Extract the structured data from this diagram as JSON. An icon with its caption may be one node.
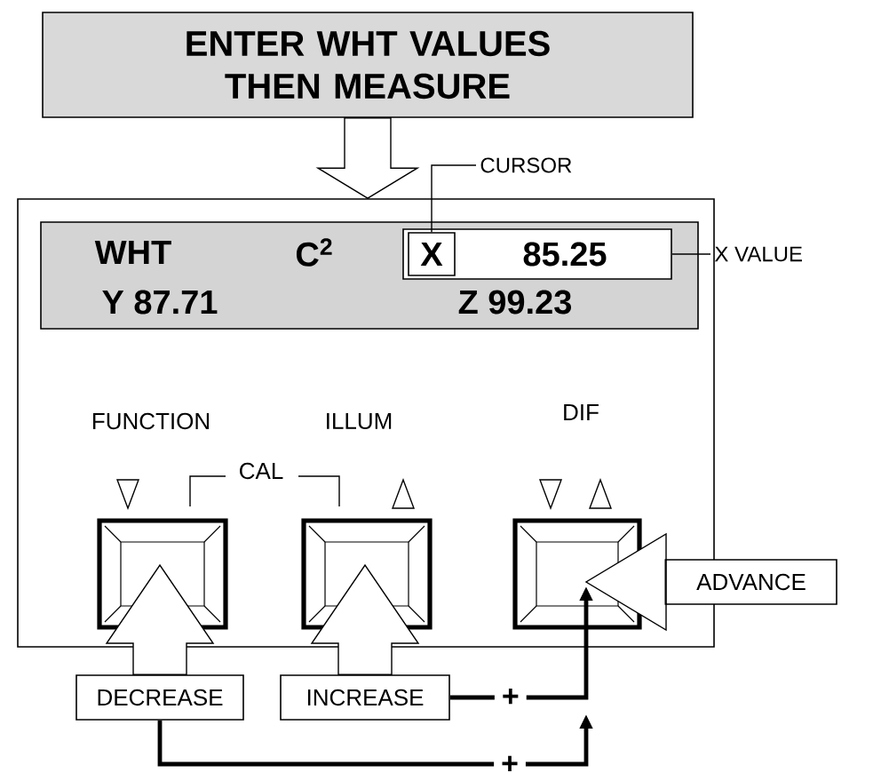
{
  "diagram": {
    "nodes": [
      {
        "text": [
          "ENTER WHT VALUES THEN MEASURE"
        ]
      },
      {
        "text": [],
        "shape": "box"
      },
      {
        "text": [
          "WHT",
          "C$^{2}$",
          "Y 87.71",
          "Z 99.23"
        ],
        "in": 1
      },
      {
        "text": [
          "85.25"
        ],
        "in": 2
      },
      {
        "text": [
          "X"
        ],
        "in": 3
      },
      {
        "text": [
          "CURSOR"
        ]
      },
      {
        "text": [
          "X VALUE"
        ]
      },
      {
        "text": [],
        "shape": "box",
        "in": 1
      },
      {
        "text": [],
        "shape": "box",
        "in": 1
      },
      {
        "text": [],
        "shape": "box",
        "in": 1
      },
      {
        "text": [
          "DECREASE"
        ]
      },
      {
        "text": [
          "INCREASE"
        ]
      },
      {
        "text": [
          "ADVANCE"
        ]
      }
    ],
    "edges": [
      {
        "from": 0,
        "to": 1,
        "arrow": "to"
      },
      {
        "from": 5,
        "to": 4,
        "arrow": "none"
      },
      {
        "from": 6,
        "to": 3,
        "arrow": "none"
      },
      {
        "from": 10,
        "to": 7,
        "arrow": "to"
      },
      {
        "from": 11,
        "to": 8,
        "arrow": "to"
      },
      {
        "from": 12,
        "to": 9,
        "arrow": "to"
      },
      {
        "from": 11,
        "to": 9,
        "arrow": "to",
        "label": "+",
        "style": "thick"
      },
      {
        "from": 10,
        "to": null,
        "arrow": "to",
        "label": "+",
        "style": "thick"
      }
    ],
    "labels": [
      "FUNCTION",
      "ILLUM",
      "DIF",
      "CAL"
    ]
  }
}
